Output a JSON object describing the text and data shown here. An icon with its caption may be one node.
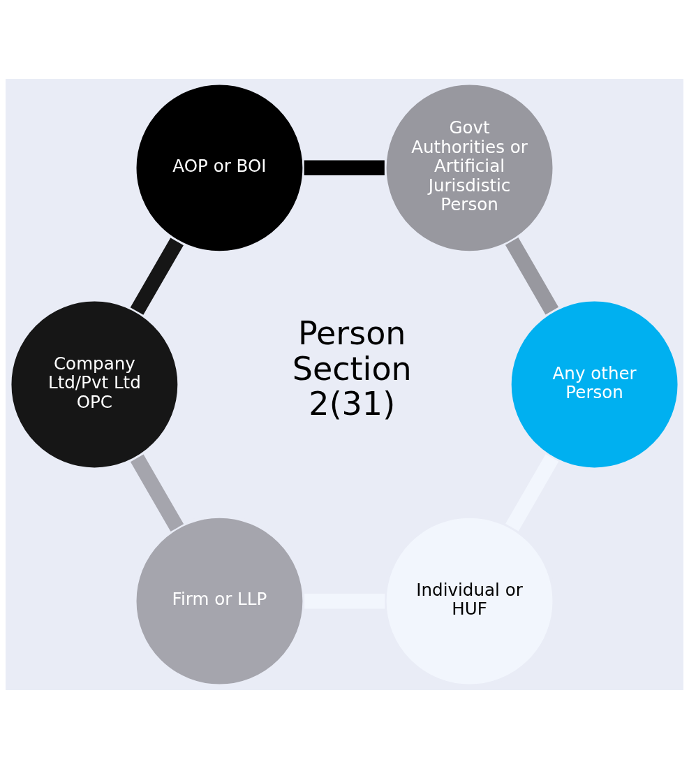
{
  "diagram": {
    "nodes": [
      {
        "text": [
          "Individual or HUF"
        ]
      },
      {
        "text": [
          "Firm or LLP"
        ]
      },
      {
        "text": [
          "Company Ltd/Pvt Ltd OPC"
        ]
      },
      {
        "text": [
          "AOP or BOI"
        ]
      },
      {
        "text": [
          "Govt Authorities or Artificial Jurisdistic Person"
        ]
      },
      {
        "text": [
          "Any other Person"
        ]
      }
    ],
    "edges": [
      {
        "from": 0,
        "to": 1,
        "arrow": "none",
        "color": "#f2f6fd"
      },
      {
        "from": 1,
        "to": 2,
        "arrow": "none",
        "color": "#a5a5ad"
      },
      {
        "from": 2,
        "to": 3,
        "arrow": "none",
        "color": "#161616"
      },
      {
        "from": 3,
        "to": 4,
        "arrow": "none",
        "color": "#000000"
      },
      {
        "from": 4,
        "to": 5,
        "arrow": "none",
        "color": "#98989f"
      },
      {
        "from": 5,
        "to": 0,
        "arrow": "none",
        "color": "#f2f6fd"
      }
    ],
    "labels": [
      "Person Section 2(31)"
    ]
  }
}
